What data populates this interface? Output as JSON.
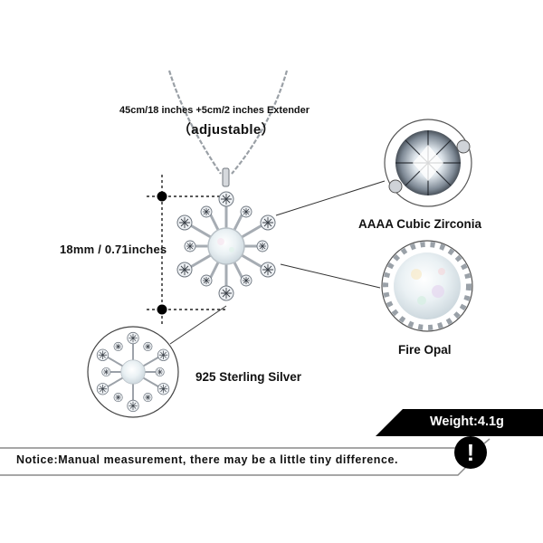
{
  "product": {
    "chain_length": "45cm/18 inches +5cm/2 inches Extender",
    "chain_adjustable": "（adjustable）",
    "pendant_size": "18mm / 0.71inches",
    "stone_primary": "AAAA Cubic Zirconia",
    "stone_center": "Fire Opal",
    "material": "925 Sterling Silver",
    "weight": "Weight:4.1g"
  },
  "notice": {
    "text": "Notice:Manual measurement, there may be a little tiny difference.",
    "icon": "exclamation-icon",
    "icon_glyph": "!"
  },
  "colors": {
    "background": "#ffffff",
    "text": "#111111",
    "banner": "#000000",
    "silver": "#c9ccd1",
    "opal": "#eef2f4",
    "guide_line": "#222222",
    "notice_border": "#8a8a8a"
  }
}
